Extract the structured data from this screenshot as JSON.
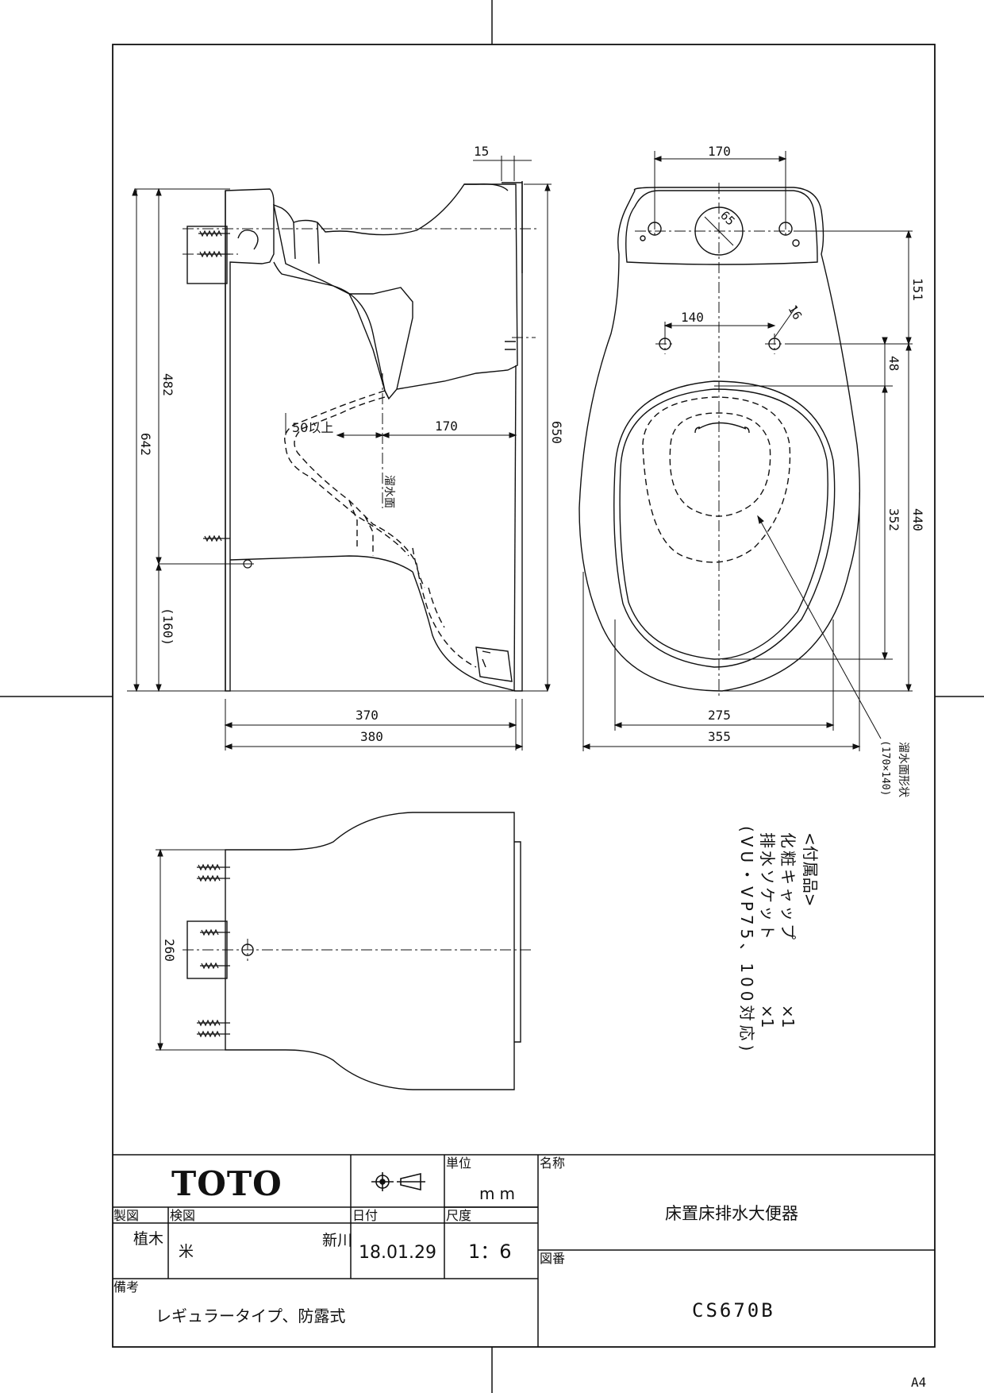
{
  "dimensions": {
    "side": {
      "d15": "15",
      "d482": "482",
      "d642": "642",
      "d650": "650",
      "d160": "(160)",
      "d50": "50以上",
      "d170": "170",
      "d370": "370",
      "d380": "380",
      "water_surface": "溜水面"
    },
    "top": {
      "d170": "170",
      "d65": "65",
      "d140": "140",
      "d16": "16",
      "d151": "151",
      "d48": "48",
      "d352": "352",
      "d440": "440",
      "d275": "275",
      "d355": "355",
      "water_shape": "溜水面形状",
      "water_shape_size": "(170×140)"
    },
    "back": {
      "d260": "260"
    }
  },
  "accessories": {
    "heading": "<付属品>",
    "item1": "化粧キャップ",
    "qty1": "×1",
    "item2": "排水ソケット",
    "qty2": "×1",
    "note": "(VU・VP75、100対応)"
  },
  "title_block": {
    "brand": "TOTO",
    "unit_label": "単位",
    "unit_value": "mm",
    "name_label": "名称",
    "name_value": "床置床排水大便器",
    "drawn_label": "製図",
    "drawn_value": "植木",
    "check_label": "検図",
    "check_value1": "米",
    "check_value2": "新川",
    "date_label": "日付",
    "date_value": "18.01.29",
    "scale_label": "尺度",
    "scale_value": "1：6",
    "number_label": "図番",
    "number_value": "CS670B",
    "remarks_label": "備考",
    "remarks_value": "レギュラータイプ、防露式"
  },
  "paper_size": "A4"
}
